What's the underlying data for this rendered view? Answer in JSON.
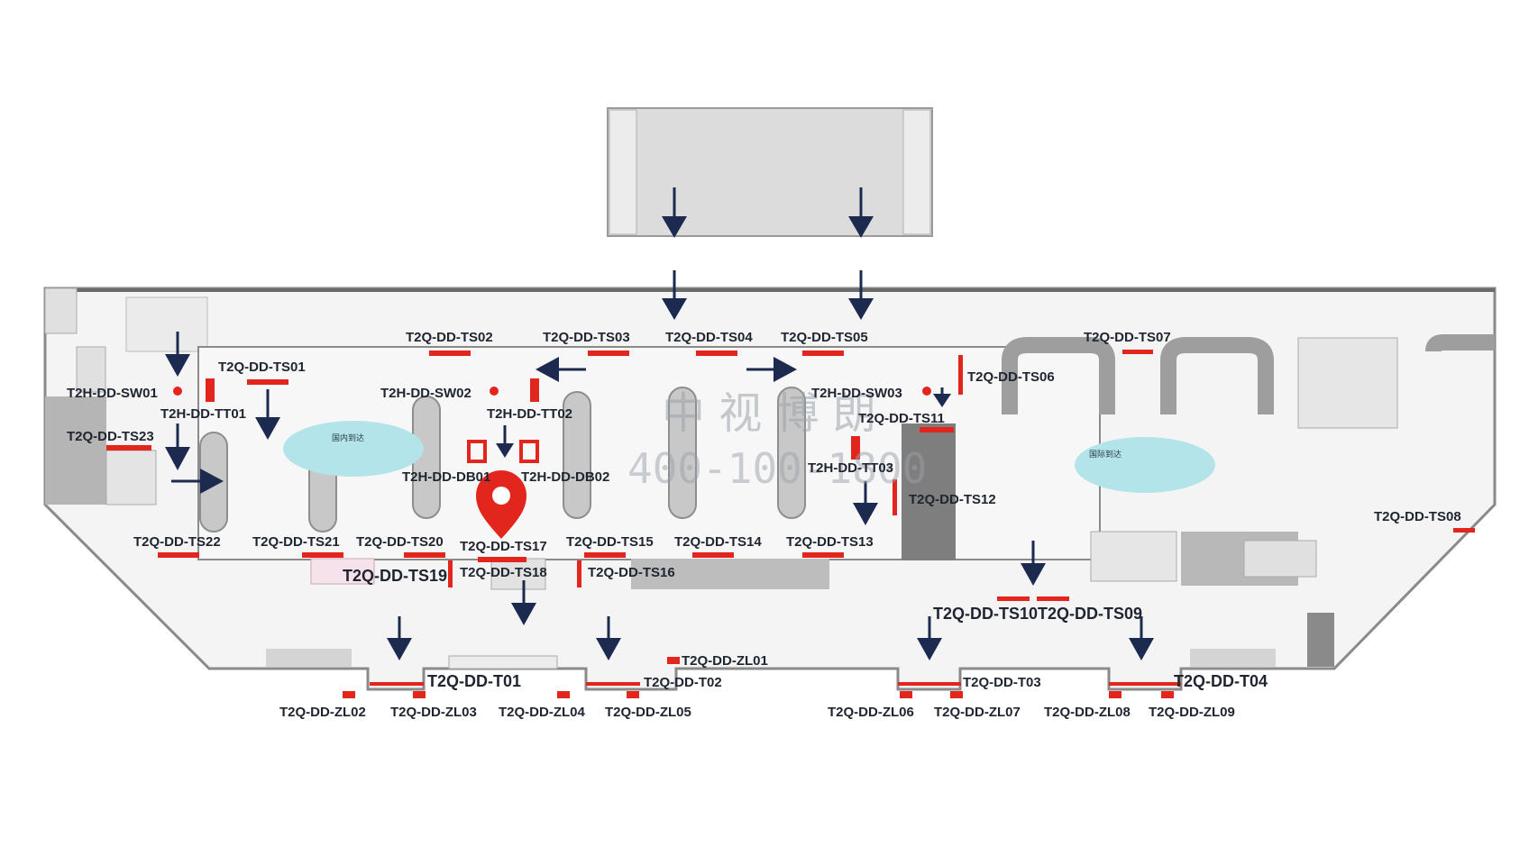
{
  "map": {
    "upper_labels": [
      "T2Q-DD-TS02",
      "T2Q-DD-TS03",
      "T2Q-DD-TS04",
      "T2Q-DD-TS05",
      "T2Q-DD-TS07",
      "T2Q-DD-TS01",
      "T2Q-DD-TS06",
      "T2H-DD-SW01",
      "T2H-DD-SW02",
      "T2H-DD-SW03",
      "T2H-DD-TT01",
      "T2H-DD-TT02",
      "T2Q-DD-TS11",
      "T2Q-DD-TS23",
      "T2H-DD-DB01",
      "T2H-DD-DB02",
      "T2H-DD-TT03",
      "T2Q-DD-TS12",
      "T2Q-DD-TS08"
    ],
    "middle_labels": [
      "T2Q-DD-TS22",
      "T2Q-DD-TS21",
      "T2Q-DD-TS20",
      "T2Q-DD-TS17",
      "T2Q-DD-TS15",
      "T2Q-DD-TS14",
      "T2Q-DD-TS13",
      "T2Q-DD-TS19",
      "T2Q-DD-TS18",
      "T2Q-DD-TS16",
      "T2Q-DD-TS10",
      "T2Q-DD-TS09"
    ],
    "gate_labels": [
      "T2Q-DD-T01",
      "T2Q-DD-T02",
      "T2Q-DD-T03",
      "T2Q-DD-T04"
    ],
    "bottom_labels": [
      "T2Q-DD-ZL01",
      "T2Q-DD-ZL02",
      "T2Q-DD-ZL03",
      "T2Q-DD-ZL04",
      "T2Q-DD-ZL05",
      "T2Q-DD-ZL06",
      "T2Q-DD-ZL07",
      "T2Q-DD-ZL08",
      "T2Q-DD-ZL09"
    ],
    "zones": {
      "domestic": "国内到达",
      "international": "国际到达"
    },
    "watermark": {
      "line1": "中 视 博 朗",
      "line2": "400-100-1800"
    },
    "colors": {
      "accent_red": "#e2261e",
      "arrow": "#1b2a4e",
      "zone_fill": "#b2e4ea",
      "floor": "#f4f4f4",
      "wall": "#9a9a9a"
    }
  }
}
